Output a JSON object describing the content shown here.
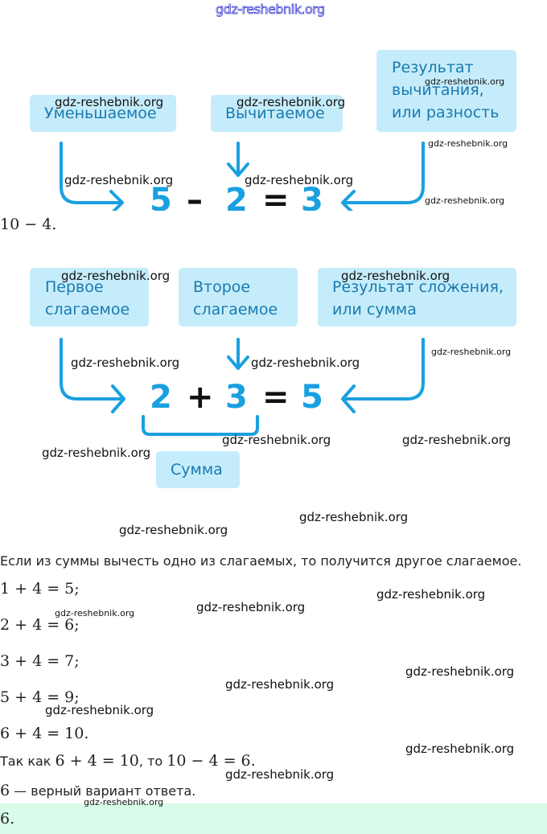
{
  "header": {
    "site_link": "gdz-reshebnik.org"
  },
  "subtraction_diagram": {
    "labels": {
      "minuend": "Уменьшаемое",
      "subtrahend": "Вычитаемое",
      "difference_line1": "Результат",
      "difference_line2": "вычитания,",
      "difference_line3": "или разность"
    },
    "equation": {
      "a": "5",
      "op": "–",
      "b": "2",
      "eq": "=",
      "c": "3"
    }
  },
  "expression_after_diagram": "10 − 4.",
  "addition_diagram": {
    "labels": {
      "addend1_line1": "Первое",
      "addend1_line2": "слагаемое",
      "addend2_line1": "Второе",
      "addend2_line2": "слагаемое",
      "sum_line1": "Результат сложения,",
      "sum_line2": "или сумма",
      "sum_bracket": "Сумма"
    },
    "equation": {
      "a": "2",
      "op": "+",
      "b": "3",
      "eq": "=",
      "c": "5"
    }
  },
  "rule_text": "Если из суммы вычесть одно из слагаемых, то получится другое слагаемое.",
  "checks": [
    "1 + 4 = 5;",
    "2 + 4 = 6;",
    "3 + 4 = 7;",
    "5 + 4 = 9;",
    "6 + 4 = 10."
  ],
  "conclusion": {
    "prefix": "Так как ",
    "math1": "6 + 4 = 10",
    "middle": ", то ",
    "math2": "10 − 4 = 6",
    "suffix": "."
  },
  "verdict": {
    "math": "6",
    "text": " — верный вариант ответа."
  },
  "answer": "6.",
  "watermark": "gdz-reshebnik.org",
  "colors": {
    "box_bg": "#c5ecfa",
    "box_text": "#1a7ab0",
    "accent_blue": "#1aa0e0",
    "answer_bg": "#d9fbea"
  }
}
